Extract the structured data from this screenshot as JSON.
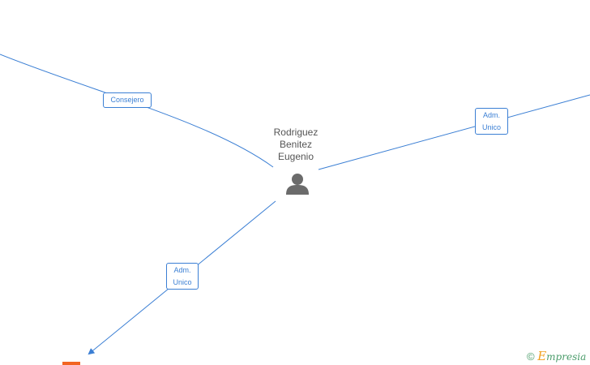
{
  "center_node": {
    "name_lines": [
      "Rodriguez",
      "Benitez",
      "Eugenio"
    ],
    "icon": "person-icon"
  },
  "edges": [
    {
      "label": [
        "Consejero"
      ]
    },
    {
      "label": [
        "Adm.",
        "Unico"
      ]
    },
    {
      "label": [
        "Adm.",
        "Unico"
      ]
    }
  ],
  "watermark": {
    "copyright": "©",
    "brand_initial": "E",
    "brand_rest": "mpresia"
  },
  "colors": {
    "edge": "#3b7fd4",
    "label_text": "#3b7fd4",
    "node_text": "#555555",
    "icon": "#6b6b6b",
    "company_stub": "#f26522",
    "watermark": "#4a9c6a"
  }
}
